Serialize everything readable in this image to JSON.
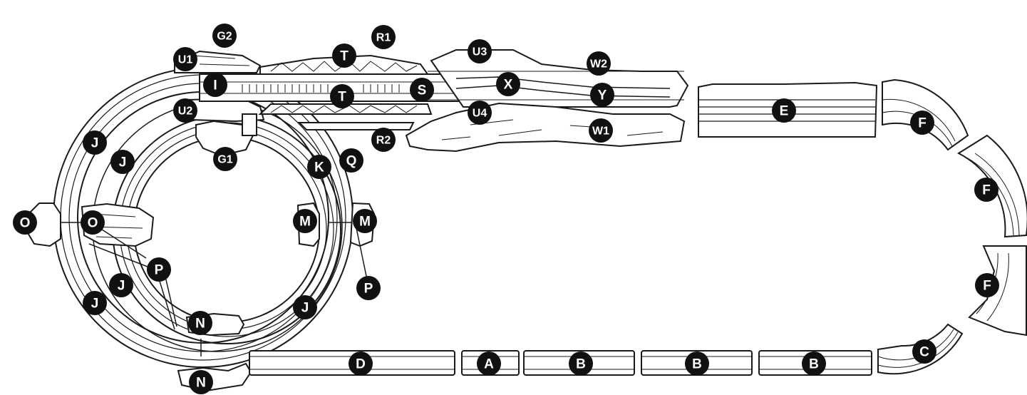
{
  "colors": {
    "stroke": "#1a1a1a",
    "fill": "#ffffff",
    "badge": "#111111",
    "badge_text": "#ffffff",
    "rock": "#f2f2f2"
  },
  "labels": {
    "G2": "G2",
    "R1": "R1",
    "U1": "U1",
    "T": "T",
    "U3": "U3",
    "W2": "W2",
    "I": "I",
    "S": "S",
    "X": "X",
    "Y": "Y",
    "U2": "U2",
    "U4": "U4",
    "E": "E",
    "F": "F",
    "W1": "W1",
    "R2": "R2",
    "Q": "Q",
    "G1": "G1",
    "J": "J",
    "K": "K",
    "O": "O",
    "M": "M",
    "P": "P",
    "N": "N",
    "D": "D",
    "A": "A",
    "B": "B",
    "C": "C"
  }
}
